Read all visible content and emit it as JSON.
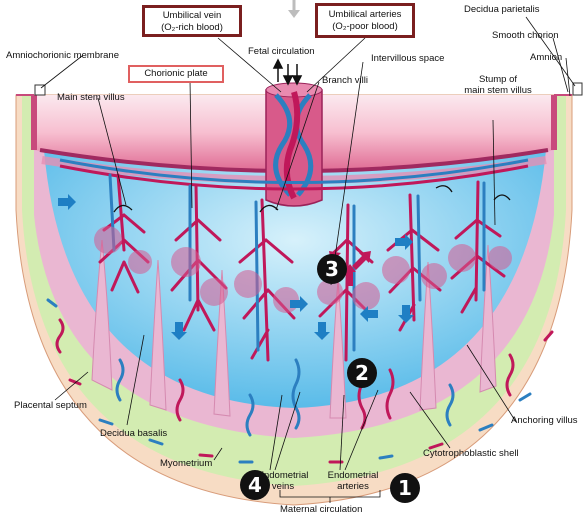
{
  "labels": {
    "decidua_parietalis": "Decidua parietalis",
    "amniochorionic_membrane": "Amniochorionic membrane",
    "fetal_circulation": "Fetal circulation",
    "smooth_chorion": "Smooth chorion",
    "amnion": "Amnion",
    "chorionic_plate": "Chorionic plate",
    "branch_villi": "Branch villi",
    "intervillous_space": "Intervillous space",
    "main_stem_villus": "Main stem villus",
    "stump_line1": "Stump of",
    "stump_line2": "main stem villus",
    "placental_septum": "Placental septum",
    "anchoring_villus": "Anchoring villus",
    "decidua_basalis": "Decidua basalis",
    "cytotrophoblastic_shell": "Cytotrophoblastic shell",
    "myometrium": "Myometrium",
    "endometrial_veins_line1": "Endometrial",
    "endometrial_veins_line2": "veins",
    "endometrial_arteries_line1": "Endometrial",
    "endometrial_arteries_line2": "arteries",
    "maternal_circulation": "Maternal circulation"
  },
  "boxes": {
    "umbilical_vein_line1": "Umbilical vein",
    "umbilical_vein_line2": "(O₂-rich blood)",
    "umbilical_arteries_line1": "Umbilical arteries",
    "umbilical_arteries_line2": "(O₂-poor blood)"
  },
  "numbers": {
    "n1": "1",
    "n2": "2",
    "n3": "3",
    "n4": "4"
  }
}
